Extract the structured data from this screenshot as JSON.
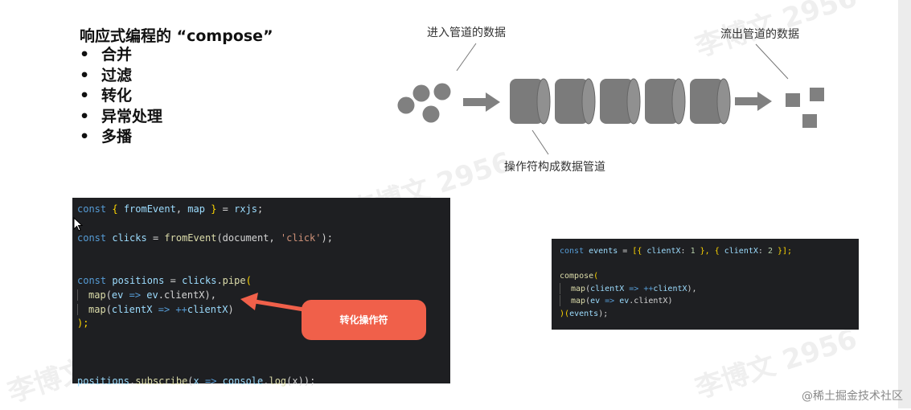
{
  "slide": {
    "title": "响应式编程的 “compose”",
    "bullet_symbol": "•",
    "bullets": [
      "合并",
      "过滤",
      "转化",
      "异常处理",
      "多播"
    ]
  },
  "diagram": {
    "label_in": "进入管道的数据",
    "label_out": "流出管道的数据",
    "label_pipe": "操作符构成数据管道",
    "pipe_segments": 5,
    "input_items": 4,
    "output_items": 3,
    "shape_color": "#808080"
  },
  "code_left": {
    "l1": {
      "a": "const ",
      "b": "{ ",
      "c": "fromEvent",
      "d": ", ",
      "e": "map",
      "f": " } ",
      "g": "= ",
      "h": "rxjs",
      "i": ";"
    },
    "l2": {
      "a": "const ",
      "b": "clicks",
      "c": " = ",
      "d": "fromEvent",
      "e": "(document, ",
      "f": "'click'",
      "g": ");"
    },
    "l3": {
      "a": "const ",
      "b": "positions",
      "c": " = ",
      "d": "clicks",
      "e": ".",
      "f": "pipe",
      "g": "("
    },
    "l4": {
      "a": "map",
      "b": "(",
      "c": "ev",
      "d": " => ",
      "e": "ev",
      "f": ".clientX),",
      "g": ""
    },
    "l5": {
      "a": "map",
      "b": "(",
      "c": "clientX",
      "d": " => ++",
      "e": "clientX",
      "f": ")"
    },
    "l6": {
      "a": ");"
    },
    "l7": {
      "a": "positions",
      "b": ".",
      "c": "subscribe",
      "d": "(",
      "e": "x",
      "f": " => ",
      "g": "console",
      "h": ".",
      "i": "log",
      "j": "(x));"
    }
  },
  "code_right": {
    "l1": {
      "a": "const ",
      "b": "events",
      "c": " = ",
      "d": "[{ ",
      "e": "clientX",
      "f": ": ",
      "g": "1",
      "h": " }, { ",
      "i": "clientX",
      "j": ": ",
      "k": "2",
      "l": " }];"
    },
    "l2": {
      "a": "compose",
      "b": "("
    },
    "l3": {
      "a": "map",
      "b": "(",
      "c": "clientX",
      "d": " => ++",
      "e": "clientX",
      "f": "),"
    },
    "l4": {
      "a": "map",
      "b": "(",
      "c": "ev",
      "d": " => ",
      "e": "ev",
      "f": ".clientX)"
    },
    "l5": {
      "a": ")",
      "b": "(",
      "c": "events",
      "d": ");"
    }
  },
  "annotation": {
    "label": "转化操作符",
    "color": "#f0604a"
  },
  "watermark": {
    "text": "李博文 2956"
  },
  "site_mark": "@稀土掘金技术社区"
}
